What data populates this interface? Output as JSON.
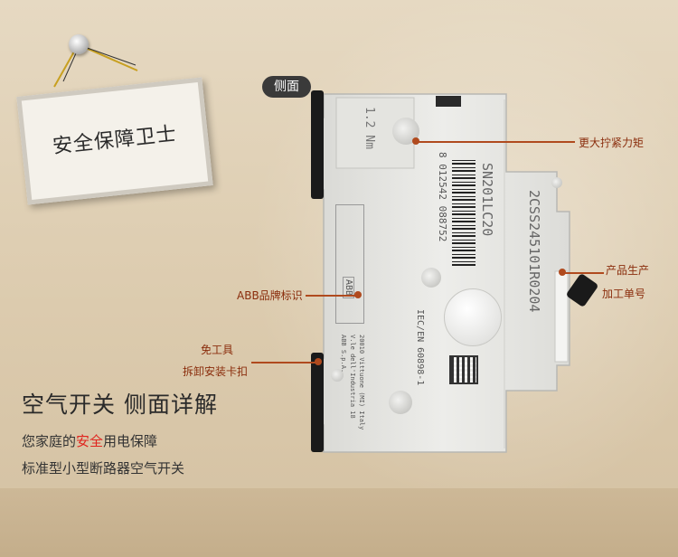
{
  "sign": {
    "text": "安全保障卫士"
  },
  "side_tag": "侧面",
  "callouts": {
    "torque": "更大拧紧力矩",
    "prod_line1": "产品生产",
    "prod_line2": "加工单号",
    "abb_logo": "ABB品牌标识",
    "clip_line1": "免工具",
    "clip_line2": "拆卸安装卡扣"
  },
  "device_text": {
    "model": "SN201LC20",
    "order_code": "2CSS245101R0204",
    "barcode_number": "8 012542 088752",
    "torque_spec": "1.2 Nm",
    "standard": "IEC/EN 60898-1",
    "made_in_1": "ABB S.p.A.",
    "made_in_2": "V.le dell'Industria 18",
    "made_in_3": "20010 Vittuone (MI) Italy",
    "brand_panel": "ABB"
  },
  "heading": "空气开关 侧面详解",
  "subtitle": {
    "before": "您家庭的",
    "highlight": "安全",
    "after": "用电保障"
  },
  "subtitle2": "标准型小型断路器空气开关",
  "colors": {
    "callout": "#b04a1e",
    "highlight": "#e0241e",
    "tag_bg": "#3a3a3a"
  }
}
